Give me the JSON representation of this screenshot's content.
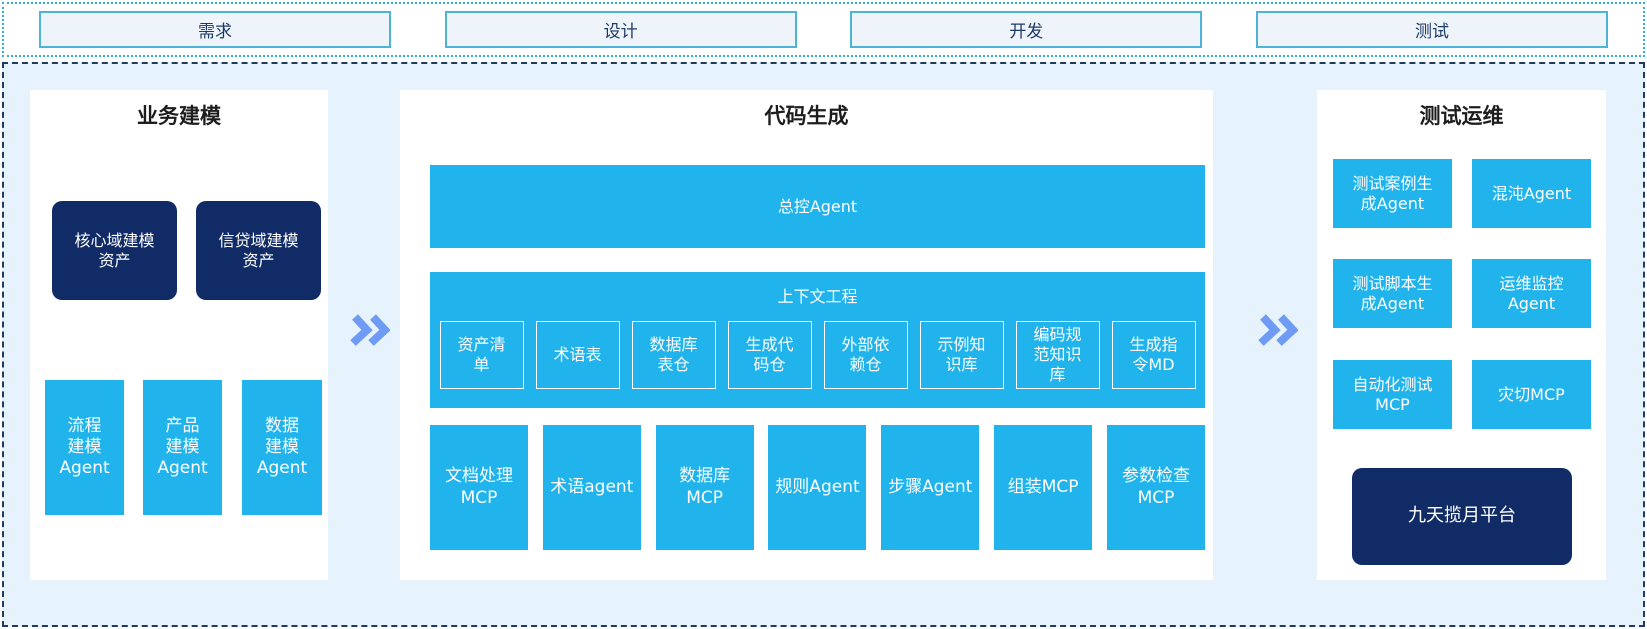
{
  "workflow": {
    "stages": [
      "需求",
      "设计",
      "开发",
      "测试"
    ]
  },
  "business_modeling": {
    "title": "业务建模",
    "assets": [
      "核心域建模\n资产",
      "信贷域建模\n资产"
    ],
    "agents": [
      "流程\n建模\nAgent",
      "产品\n建模\nAgent",
      "数据\n建模\nAgent"
    ]
  },
  "code_generation": {
    "title": "代码生成",
    "master_agent": "总控Agent",
    "context_engineering": {
      "title": "上下文工程",
      "repos": [
        "资产清\n单",
        "术语表",
        "数据库\n表仓",
        "生成代\n码仓",
        "外部依\n赖仓",
        "示例知\n识库",
        "编码规\n范知识\n库",
        "生成指\n令MD"
      ]
    },
    "tools": [
      "文档处理\nMCP",
      "术语agent",
      "数据库\nMCP",
      "规则Agent",
      "步骤Agent",
      "组装MCP",
      "参数检查\nMCP"
    ]
  },
  "test_ops": {
    "title": "测试运维",
    "agents": [
      "测试案例生\n成Agent",
      "混沌Agent",
      "测试脚本生\n成Agent",
      "运维监控\nAgent",
      "自动化测试\nMCP",
      "灾切MCP"
    ],
    "platform": "九天揽月平台"
  },
  "colors": {
    "cyan": "#20b3ec",
    "navy": "#112b66",
    "container_bg": "#e7f3fc",
    "stage_fill": "#eef4f9",
    "stage_border": "#4cb4d8",
    "dotted_border": "#2fb2d8",
    "dashed_border": "#1e3c60",
    "arrow": "#6f9bf4"
  }
}
